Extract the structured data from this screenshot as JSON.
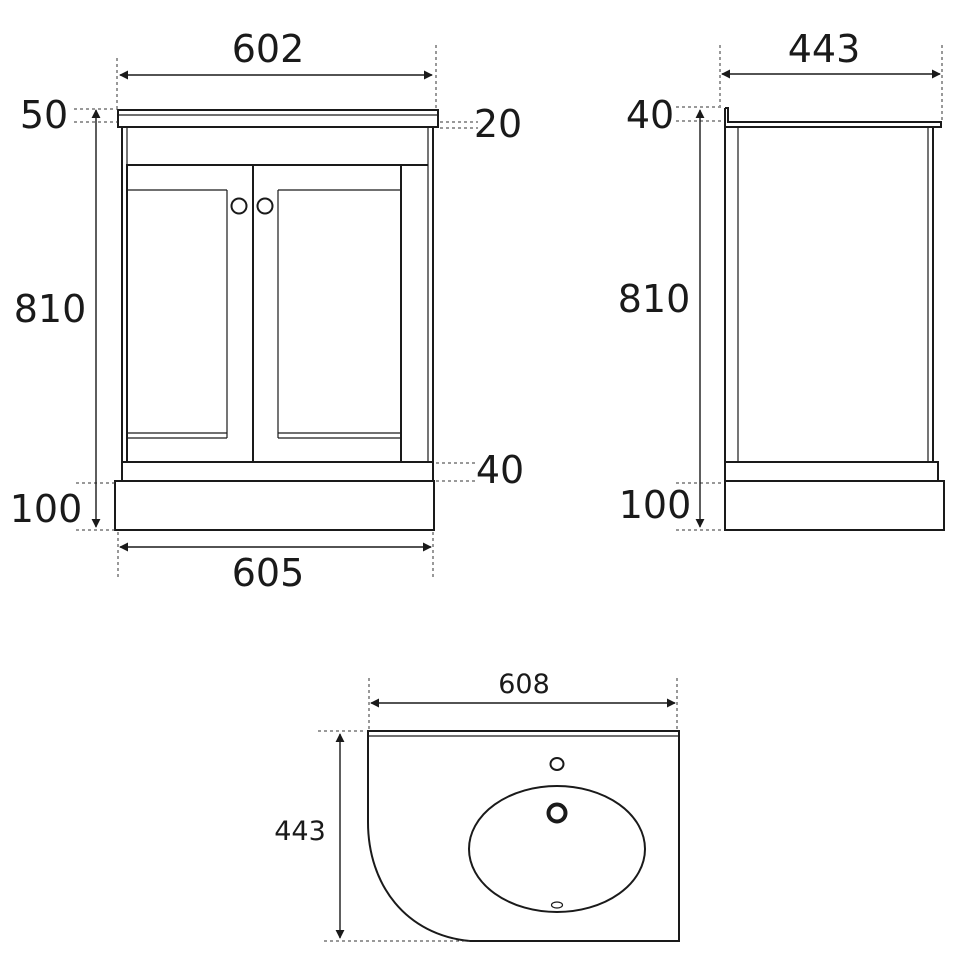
{
  "front_view": {
    "overall_width_top": "602",
    "top_thickness": "50",
    "top_lip": "20",
    "height": "810",
    "kick_step": "40",
    "plinth_height": "100",
    "overall_width_base": "605"
  },
  "side_view": {
    "depth": "443",
    "top_thickness": "40",
    "height": "810",
    "plinth_height": "100"
  },
  "plan_view": {
    "basin_width": "608",
    "basin_depth": "443"
  },
  "colors": {
    "line": "#1a1a1a",
    "background": "#ffffff"
  }
}
